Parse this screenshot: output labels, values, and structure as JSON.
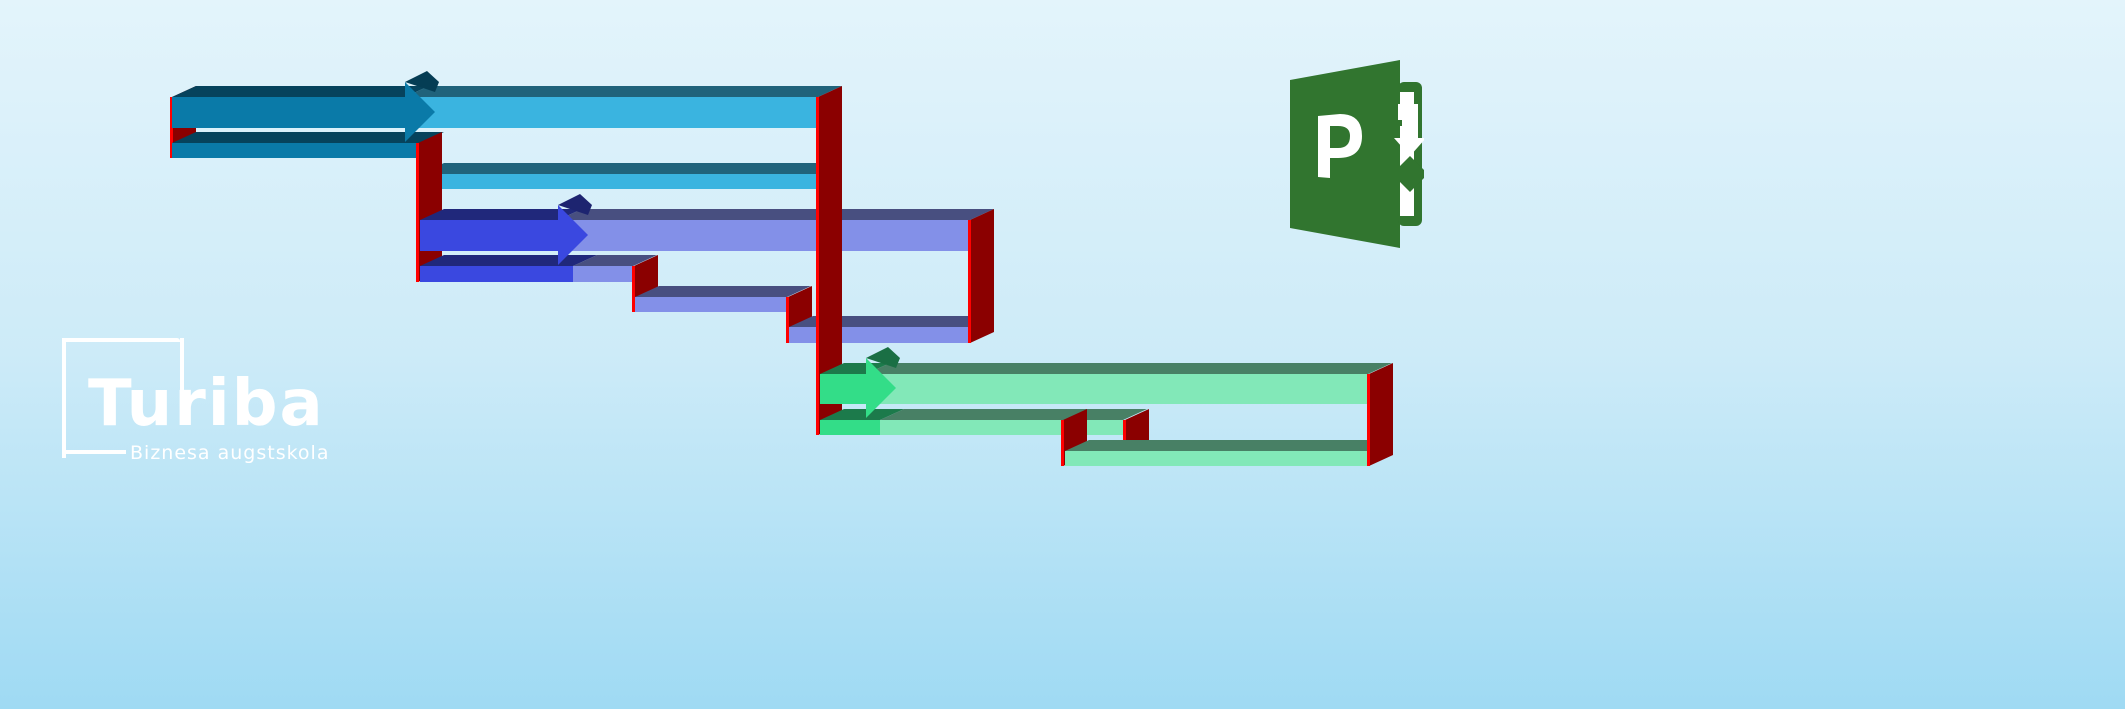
{
  "logo": {
    "name": "Turiba",
    "subtitle": "Biznesa augstskola"
  },
  "app_icon": {
    "name": "project-icon",
    "letter": "P",
    "color": "#31752f"
  },
  "colors": {
    "teal": "#0a7aa8",
    "teal_light": "#3ab4e0",
    "blue": "#3a48e0",
    "blue_light": "#8390e8",
    "green": "#33dd88",
    "green_light": "#82e8b8",
    "link": "#ff0000",
    "link_side": "#8b0000"
  }
}
